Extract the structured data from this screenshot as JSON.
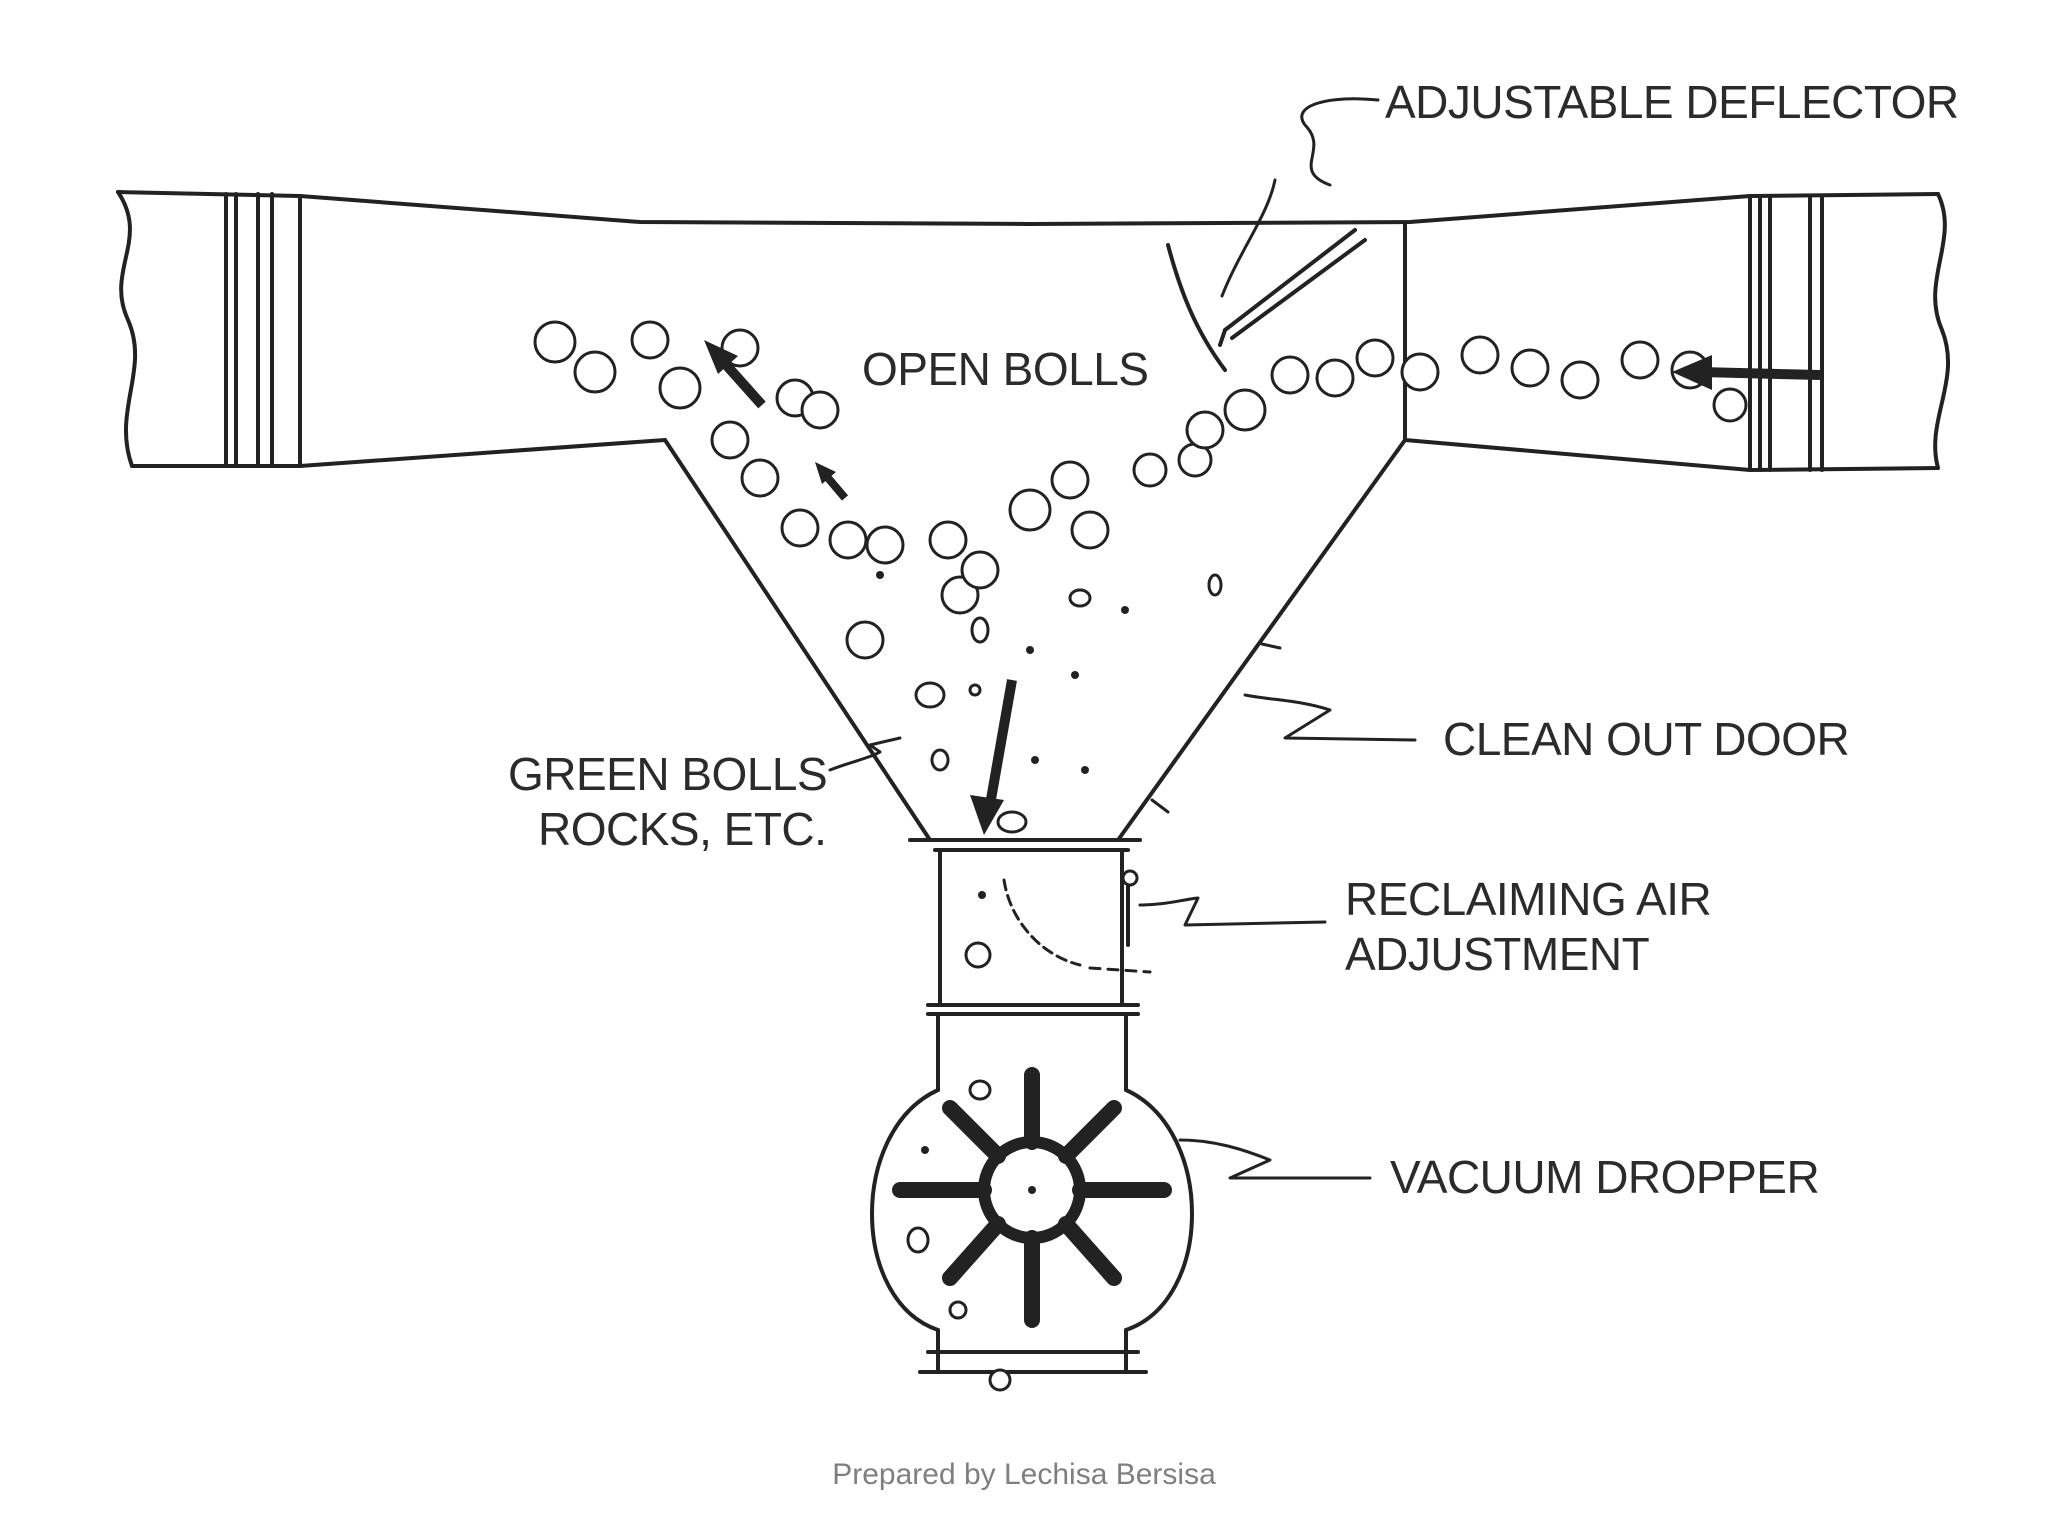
{
  "labels": {
    "adjustable_deflector": "ADJUSTABLE DEFLECTOR",
    "open_bolls": "OPEN BOLLS",
    "clean_out_door": "CLEAN OUT DOOR",
    "green_bolls_line1": "GREEN BOLLS",
    "green_bolls_line2": "ROCKS, ETC.",
    "reclaiming_line1": "RECLAIMING AIR",
    "reclaiming_line2": "ADJUSTMENT",
    "vacuum_dropper": "VACUUM DROPPER"
  },
  "credit": "Prepared by Lechisa Bersisa"
}
